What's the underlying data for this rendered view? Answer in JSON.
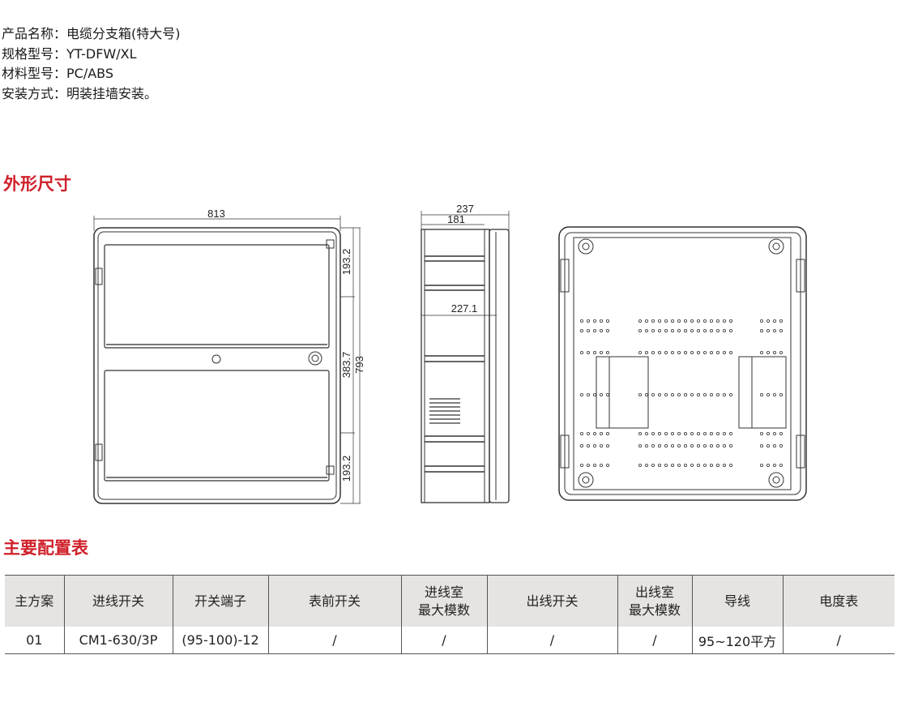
{
  "info": [
    {
      "label": "产品名称：",
      "value": "电缆分支箱(特大号)"
    },
    {
      "label": "规格型号：",
      "value": "YT-DFW/XL"
    },
    {
      "label": "材料型号：",
      "value": "PC/ABS"
    },
    {
      "label": "安装方式：",
      "value": "明装挂墙安装。"
    }
  ],
  "section_dimensions": "外形尺寸",
  "dimensions": {
    "front_width": "813",
    "front_top": "193.2",
    "front_mid": "383.7",
    "front_height": "793",
    "front_bottom": "193.2",
    "side_depth": "237",
    "side_inner": "181",
    "side_mid": "227.1"
  },
  "section_config": "主要配置表",
  "table": {
    "headers": [
      "主方案",
      "进线开关",
      "开关端子",
      "表前开关",
      "进线室\n最大模数",
      "出线开关",
      "出线室\n最大模数",
      "导线",
      "电度表"
    ],
    "rows": [
      [
        "01",
        "CM1-630/3P",
        "(95-100)-12",
        "/",
        "/",
        "/",
        "/",
        "95~120平方",
        "/"
      ]
    ]
  }
}
